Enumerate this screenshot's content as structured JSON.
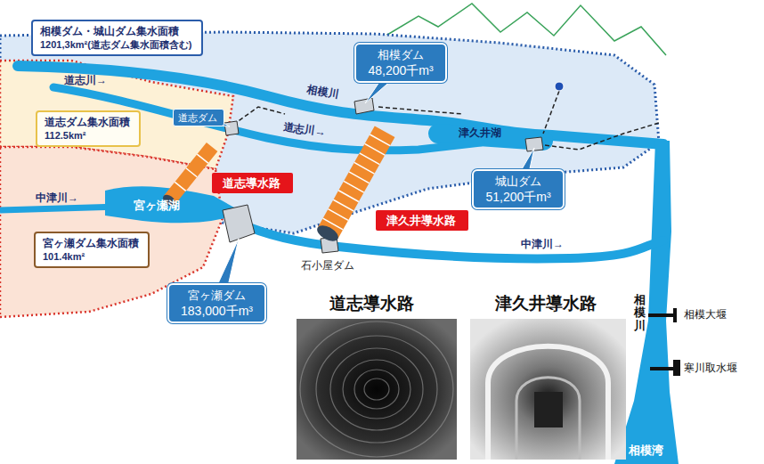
{
  "diagram": {
    "nodes": [
      {
        "text": [
          "相模ダム・城山ダム集水面積",
          "1201,3km²(道志ダム集水面積含む)"
        ]
      },
      {
        "text": [
          "相模ダム",
          "48,200千m³"
        ]
      },
      {
        "text": [
          "道志ダム集水面積",
          "112.5km²"
        ]
      },
      {
        "text": [
          "道志ダム"
        ]
      },
      {
        "text": [
          "城山ダム",
          "51,200千m³"
        ]
      },
      {
        "text": [
          "道志導水路"
        ]
      },
      {
        "text": [
          "宮ヶ瀬ダム集水面積",
          "101.4km²"
        ]
      },
      {
        "text": [
          "津久井導水路"
        ]
      },
      {
        "text": [
          "宮ヶ瀬ダム",
          "183,000千m³"
        ]
      }
    ],
    "labels": [
      "道志川→",
      "相模川",
      "道志川→",
      "津久井湖",
      "宮ヶ瀬湖",
      "中津川→",
      "石小屋ダム",
      "中津川→",
      "相模川",
      "相模大堰",
      "寒川取水堰",
      "相模湾",
      "道志導水路",
      "津久井導水路"
    ]
  }
}
